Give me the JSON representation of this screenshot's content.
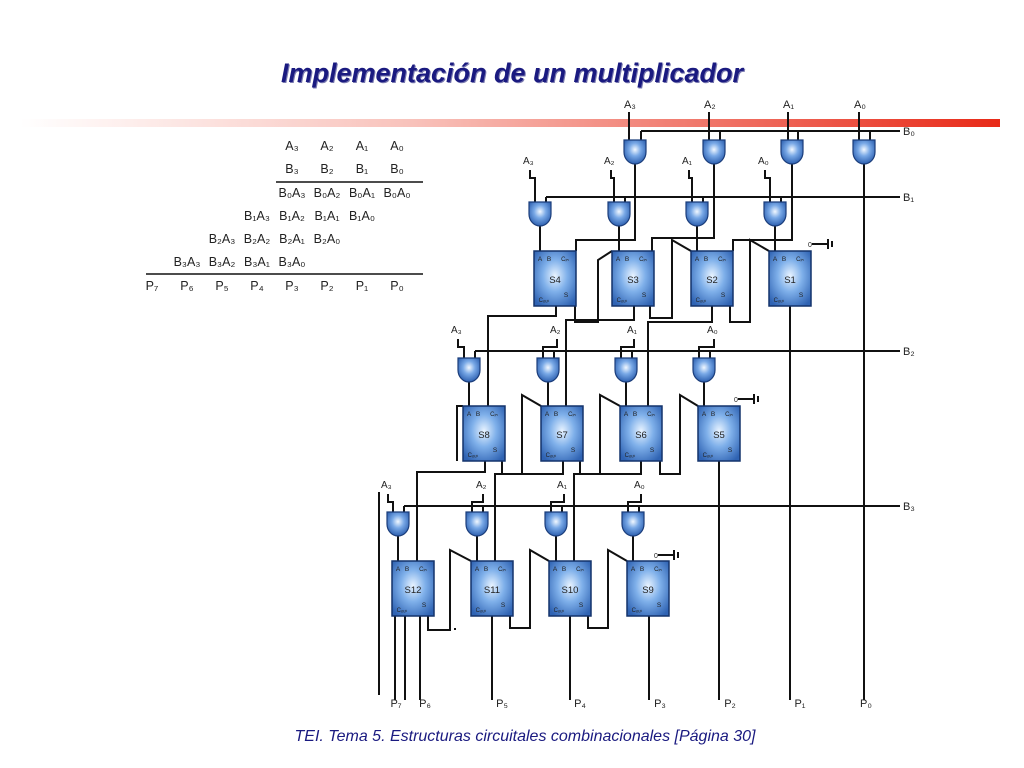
{
  "slide": {
    "title": "Implementación de un multiplicador",
    "footer": "TEI. Tema 5. Estructuras circuitales combinacionales [Página 30]"
  },
  "partial_products_table": {
    "rows": [
      [
        "",
        "",
        "",
        "",
        "A₃",
        "A₂",
        "A₁",
        "A₀"
      ],
      [
        "",
        "",
        "",
        "",
        "B₃",
        "B₂",
        "B₁",
        "B₀"
      ],
      [
        "",
        "",
        "",
        "",
        "B₀A₃",
        "B₀A₂",
        "B₀A₁",
        "B₀A₀"
      ],
      [
        "",
        "",
        "",
        "B₁A₃",
        "B₁A₂",
        "B₁A₁",
        "B₁A₀",
        ""
      ],
      [
        "",
        "",
        "B₂A₃",
        "B₂A₂",
        "B₂A₁",
        "B₂A₀",
        "",
        ""
      ],
      [
        "",
        "B₃A₃",
        "B₃A₂",
        "B₃A₁",
        "B₃A₀",
        "",
        "",
        ""
      ],
      [
        "P₇",
        "P₆",
        "P₅",
        "P₄",
        "P₃",
        "P₂",
        "P₁",
        "P₀"
      ]
    ]
  },
  "circuit": {
    "a_inputs": [
      "A₃",
      "A₂",
      "A₁",
      "A₀"
    ],
    "b_inputs": [
      "B₀",
      "B₁",
      "B₂",
      "B₃"
    ],
    "adders": [
      [
        "S4",
        "S3",
        "S2",
        "S1"
      ],
      [
        "S8",
        "S7",
        "S6",
        "S5"
      ],
      [
        "S12",
        "S11",
        "S10",
        "S9"
      ]
    ],
    "adder_pins": {
      "a": "A",
      "b": "B",
      "cin": "Cᵢₙ",
      "cout": "Cₒᵤₜ",
      "s": "S"
    },
    "carry_zero": "0",
    "outputs": [
      "P₇",
      "P₆",
      "P₅",
      "P₄",
      "P₃",
      "P₂",
      "P₁",
      "P₀"
    ]
  },
  "colors": {
    "title": "#1a1a80",
    "adder_fill": "#5a8fd6",
    "gate_fill": "#4f86d0",
    "accent_bar": "#e82a18"
  }
}
